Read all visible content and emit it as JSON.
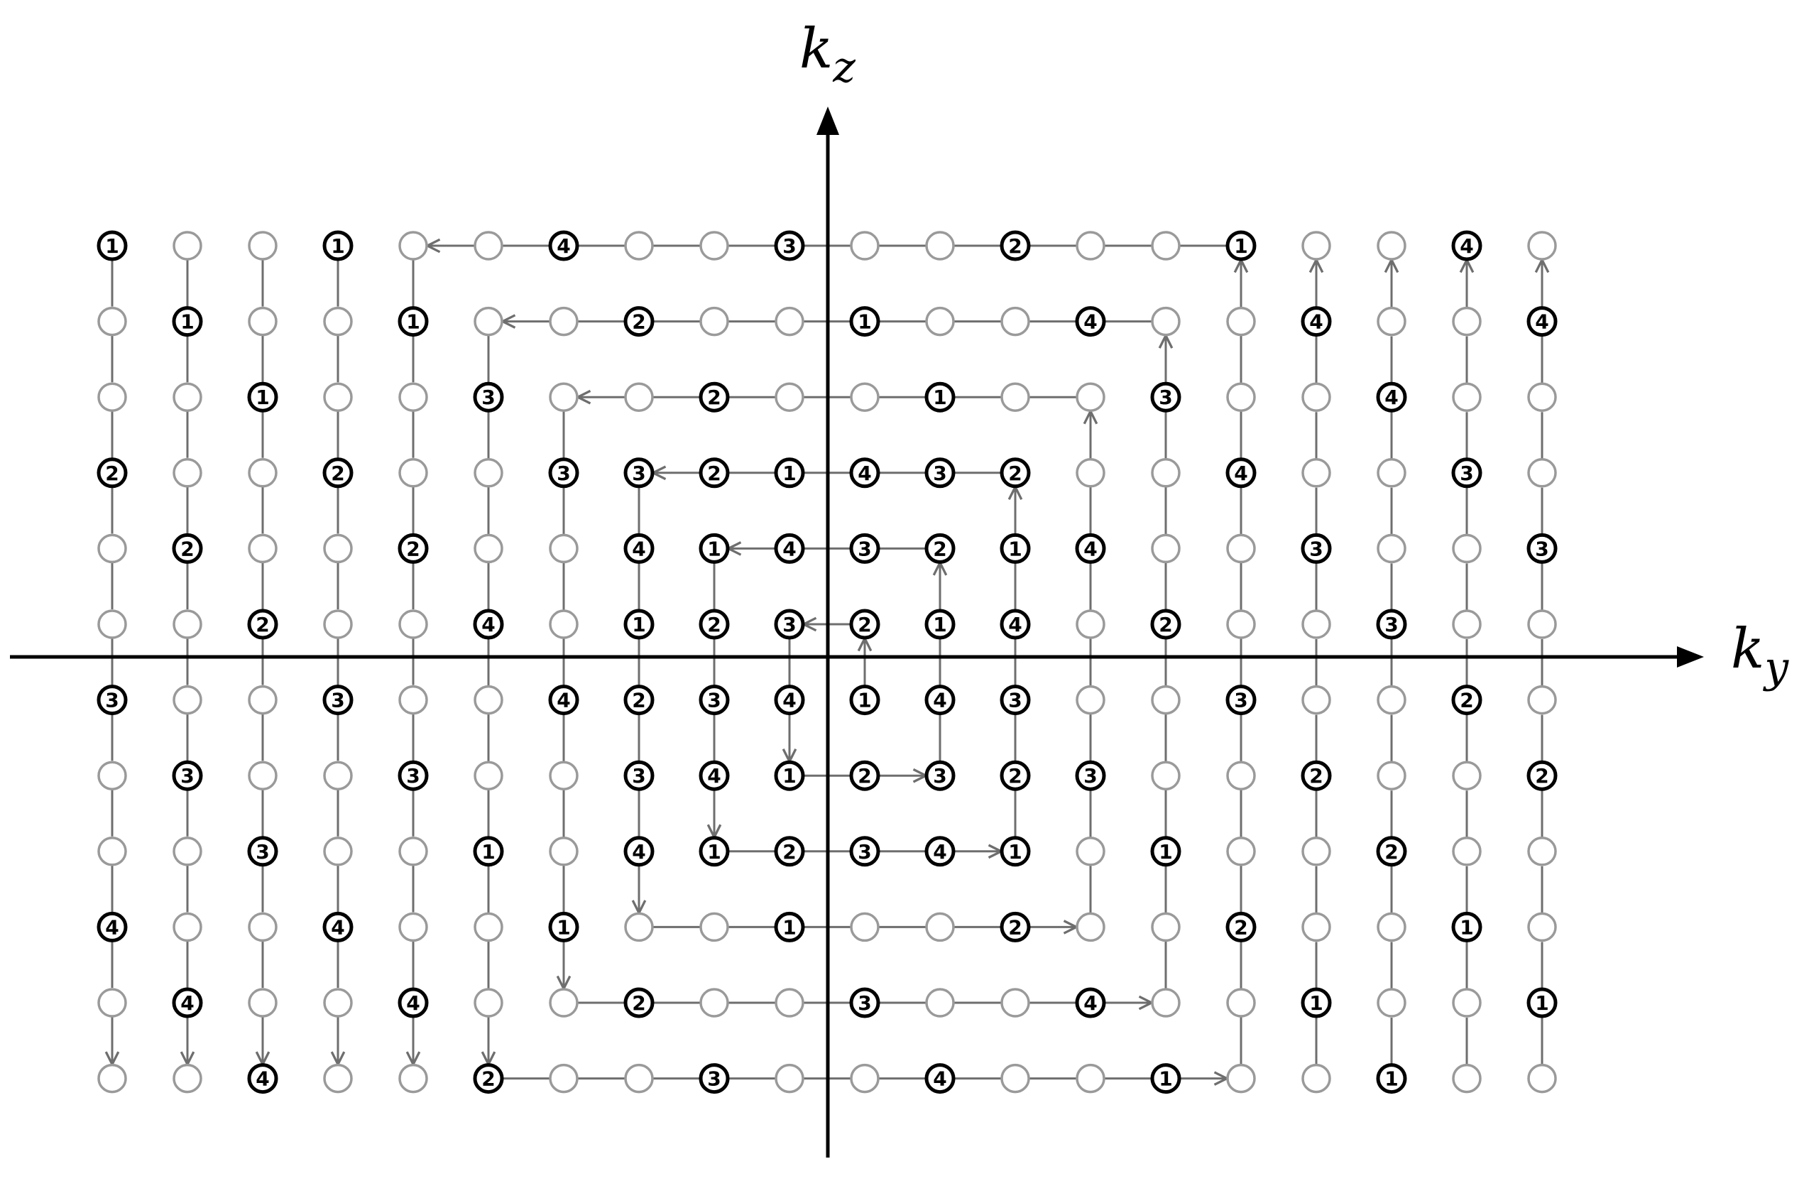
{
  "axes": {
    "x_label_main": "k",
    "x_label_sub": "y",
    "y_label_main": "k",
    "y_label_sub": "z"
  },
  "colors": {
    "axis": "#000000",
    "trajectory": "#6e6e6e",
    "node_empty": "#9a9a9a",
    "node_labeled": "#000000",
    "background": "#ffffff"
  },
  "grid": {
    "columns": 20,
    "rows": 12,
    "labels": [
      [
        "1",
        "",
        "",
        "1",
        "",
        "",
        "4",
        "",
        "",
        "3",
        "",
        "",
        "2",
        "",
        "",
        "1",
        "",
        "",
        "4",
        ""
      ],
      [
        "",
        "1",
        "",
        "",
        "1",
        "",
        "",
        "2",
        "",
        "",
        "1",
        "",
        "",
        "4",
        "",
        "",
        "4",
        "",
        "",
        "4"
      ],
      [
        "",
        "",
        "1",
        "",
        "",
        "3",
        "",
        "",
        "2",
        "",
        "",
        "1",
        "",
        "",
        "3",
        "",
        "",
        "4",
        "",
        ""
      ],
      [
        "2",
        "",
        "",
        "2",
        "",
        "",
        "3",
        "3",
        "2",
        "1",
        "4",
        "3",
        "2",
        "",
        "",
        "4",
        "",
        "",
        "3",
        ""
      ],
      [
        "",
        "2",
        "",
        "",
        "2",
        "",
        "",
        "4",
        "1",
        "4",
        "3",
        "2",
        "1",
        "4",
        "",
        "",
        "3",
        "",
        "",
        "3"
      ],
      [
        "",
        "",
        "2",
        "",
        "",
        "4",
        "",
        "1",
        "2",
        "3",
        "2",
        "1",
        "4",
        "",
        "2",
        "",
        "",
        "3",
        "",
        ""
      ],
      [
        "3",
        "",
        "",
        "3",
        "",
        "",
        "4",
        "2",
        "3",
        "4",
        "1",
        "4",
        "3",
        "",
        "",
        "3",
        "",
        "",
        "2",
        ""
      ],
      [
        "",
        "3",
        "",
        "",
        "3",
        "",
        "",
        "3",
        "4",
        "1",
        "2",
        "3",
        "2",
        "3",
        "",
        "",
        "2",
        "",
        "",
        "2"
      ],
      [
        "",
        "",
        "3",
        "",
        "",
        "1",
        "",
        "4",
        "1",
        "2",
        "3",
        "4",
        "1",
        "",
        "1",
        "",
        "",
        "2",
        "",
        ""
      ],
      [
        "4",
        "",
        "",
        "4",
        "",
        "",
        "1",
        "",
        "",
        "1",
        "",
        "",
        "2",
        "",
        "",
        "2",
        "",
        "",
        "1",
        ""
      ],
      [
        "",
        "4",
        "",
        "",
        "4",
        "",
        "",
        "2",
        "",
        "",
        "3",
        "",
        "",
        "4",
        "",
        "",
        "1",
        "",
        "",
        "1"
      ],
      [
        "",
        "",
        "4",
        "",
        "",
        "2",
        "",
        "",
        "3",
        "",
        "",
        "4",
        "",
        "",
        "1",
        "",
        "",
        "1",
        "",
        ""
      ]
    ]
  }
}
